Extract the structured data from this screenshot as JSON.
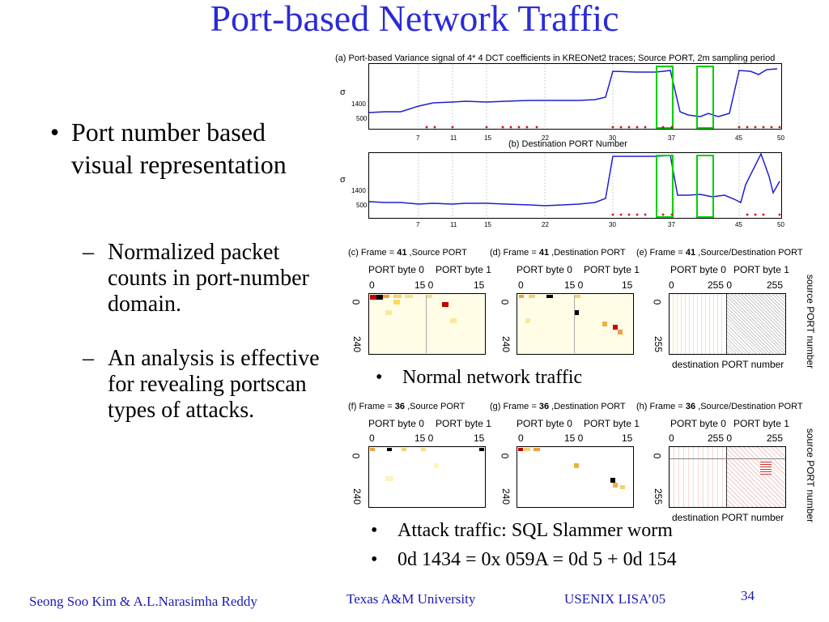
{
  "slide": {
    "title": "Port-based Network Traffic",
    "bullets": [
      {
        "text": "Port number based visual representation",
        "subs": [
          "Normalized packet counts in port-number domain.",
          "An analysis is effective for revealing portscan types of attacks."
        ]
      }
    ]
  },
  "plot_a": {
    "title": "(a) Port-based Variance signal of 4* 4 DCT coefficients in KREONet2 traces; Source PORT, 2m sampling period",
    "ylabel": "σ",
    "yticks": [
      "1400",
      "500"
    ],
    "xticks": [
      "7",
      "11",
      "15",
      "22",
      "30",
      "37",
      "45",
      "50"
    ]
  },
  "plot_b": {
    "title": "(b) Destination PORT Number",
    "ylabel": "σ",
    "yticks": [
      "1400",
      "500"
    ],
    "xticks": [
      "7",
      "11",
      "15",
      "22",
      "30",
      "37",
      "45",
      "50"
    ]
  },
  "heatmaps_normal": {
    "panels": [
      {
        "title_pre": "(c) Frame = ",
        "frame": "41",
        "title_post": " ,Source PORT",
        "byte0": "PORT byte 0",
        "byte1": "PORT byte 1",
        "ticks": [
          "0",
          "15 0",
          "15"
        ],
        "y0": "0",
        "y1": "240"
      },
      {
        "title_pre": "(d) Frame = ",
        "frame": "41",
        "title_post": " ,Destination PORT",
        "byte0": "PORT byte 0",
        "byte1": "PORT byte 1",
        "ticks": [
          "0",
          "15 0",
          "15"
        ],
        "y0": "0",
        "y1": "240"
      },
      {
        "title_pre": "(e) Frame = ",
        "frame": "41",
        "title_post": " ,Source/Destination PORT",
        "byte0": "PORT byte 0",
        "byte1": "PORT byte 1",
        "ticks": [
          "0",
          "255 0",
          "255"
        ],
        "y0": "0",
        "y1": "255",
        "side_label": "source PORT number",
        "bottom_label": "destination PORT number"
      }
    ],
    "caption": "Normal network traffic"
  },
  "heatmaps_attack": {
    "panels": [
      {
        "title_pre": "(f) Frame = ",
        "frame": "36",
        "title_post": " ,Source PORT",
        "byte0": "PORT byte 0",
        "byte1": "PORT byte 1",
        "ticks": [
          "0",
          "15 0",
          "15"
        ],
        "y0": "0",
        "y1": "240"
      },
      {
        "title_pre": "(g) Frame = ",
        "frame": "36",
        "title_post": " ,Destination PORT",
        "byte0": "PORT byte 0",
        "byte1": "PORT byte 1",
        "ticks": [
          "0",
          "15 0",
          "15"
        ],
        "y0": "0",
        "y1": "240"
      },
      {
        "title_pre": "(h) Frame = ",
        "frame": "36",
        "title_post": " ,Source/Destination PORT",
        "byte0": "PORT byte 0",
        "byte1": "PORT byte 1",
        "ticks": [
          "0",
          "255 0",
          "255"
        ],
        "y0": "0",
        "y1": "255",
        "side_label": "source PORT number",
        "bottom_label": "destination PORT number"
      }
    ],
    "captions": [
      "Attack traffic: SQL Slammer worm",
      "0d 1434 = 0x 059A = 0d 5 + 0d 154"
    ]
  },
  "footer": {
    "authors": "Seong Soo Kim & A.L.Narasimha Reddy",
    "university": "Texas A&M University",
    "conference": "USENIX LISA’05",
    "page": "34"
  },
  "colors": {
    "title": "#2b2bd6",
    "footer": "#1a1ab4",
    "line": "#1f1fd0",
    "marker": "#e00000",
    "highlight": "#00d000"
  }
}
